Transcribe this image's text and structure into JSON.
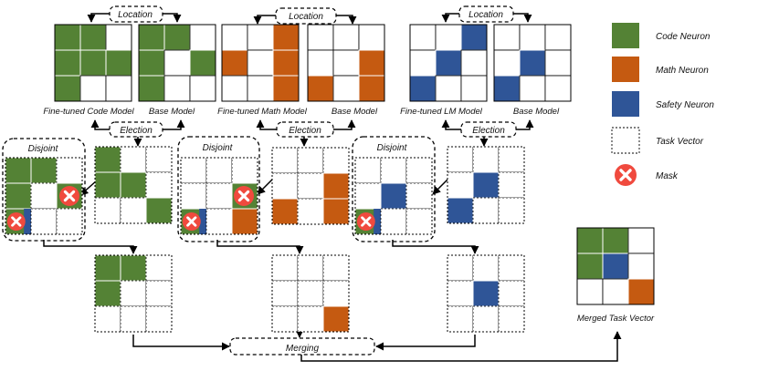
{
  "colors": {
    "code": "#548235",
    "math": "#c55a11",
    "safety": "#2f5597",
    "empty": "#ffffff",
    "mask": "#f04a3e",
    "line": "#000000"
  },
  "labels": {
    "location": "Location",
    "election": "Election",
    "disjoint": "Disjoint",
    "merging": "Merging",
    "ft_code": "Fine-tuned Code Model",
    "ft_math": "Fine-tuned  Math Model",
    "ft_lm": "Fine-tuned LM Model",
    "base": "Base Model",
    "merged": "Merged Task Vector"
  },
  "legend": [
    {
      "key": "code",
      "label": "Code Neuron",
      "icon": "green-square"
    },
    {
      "key": "math",
      "label": "Math Neuron",
      "icon": "orange-square"
    },
    {
      "key": "safety",
      "label": "Safety Neuron",
      "icon": "blue-square"
    },
    {
      "key": "empty",
      "label": "Task Vector",
      "icon": "dashed-square"
    },
    {
      "key": "mask",
      "label": "Mask",
      "icon": "mask-x-icon"
    }
  ],
  "grids": {
    "ft_code": [
      "ggw",
      "ggg",
      "gww"
    ],
    "base_code": [
      "ggw",
      "gwg",
      "gww"
    ],
    "ft_math": [
      "wwo",
      "owo",
      "wwo"
    ],
    "base_math": [
      "www",
      "wwo",
      "owo"
    ],
    "ft_lm": [
      "wwb",
      "wbw",
      "bww"
    ],
    "base_lm": [
      "www",
      "wbw",
      "bww"
    ],
    "disjoint_code": [
      "ggw",
      "gwg",
      "Mww"
    ],
    "disjoint_math": [
      "www",
      "wwg",
      "Mwo"
    ],
    "disjoint_lm": [
      "www",
      "wbw",
      "Mww"
    ],
    "election_code": [
      "gww",
      "ggw",
      "wwg"
    ],
    "election_math": [
      "www",
      "wwo",
      "owo"
    ],
    "election_lm": [
      "www",
      "wbw",
      "bww"
    ],
    "result_code": [
      "ggw",
      "gww",
      "www"
    ],
    "result_math": [
      "www",
      "www",
      "wwo"
    ],
    "result_lm": [
      "www",
      "wbw",
      "www"
    ],
    "merged": [
      "ggw",
      "gbw",
      "wwo"
    ]
  }
}
